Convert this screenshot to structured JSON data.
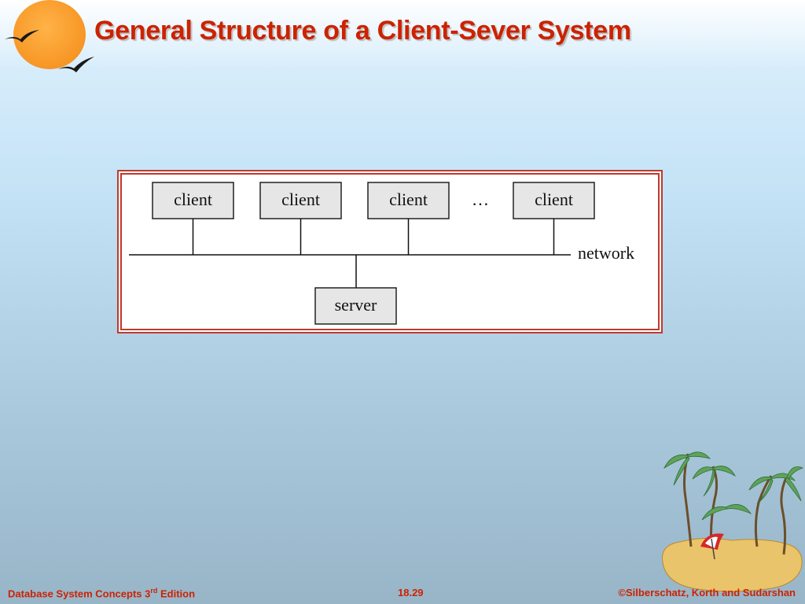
{
  "slide": {
    "title": "General Structure of a Client-Sever System"
  },
  "diagram": {
    "clients": [
      "client",
      "client",
      "client",
      "client"
    ],
    "ellipsis": "…",
    "network_label": "network",
    "server_label": "server"
  },
  "footer": {
    "book_title": "Database System Concepts 3",
    "book_title_sup": "rd",
    "book_title_suffix": " Edition",
    "page_number": "18.29",
    "copyright": "©Silberschatz, Korth and Sudarshan"
  },
  "colors": {
    "title_red": "#cc2200",
    "frame_red": "#c0392b",
    "box_fill": "#e6e6e6",
    "sun_orange": "#f89a2a"
  },
  "icons": [
    "sun-icon",
    "bird-icon",
    "island-icon"
  ]
}
